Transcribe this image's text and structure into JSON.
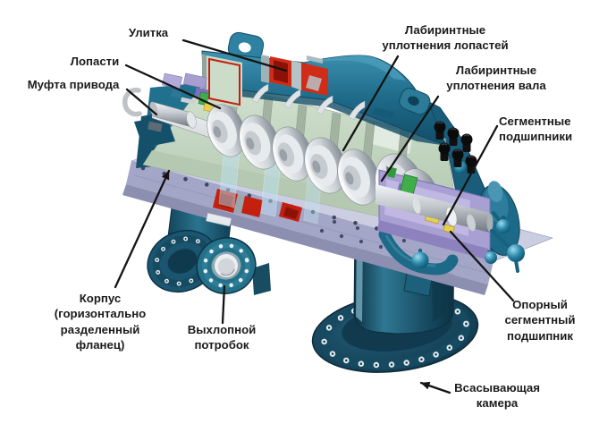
{
  "illustration": {
    "alt": "Cutaway illustration of a horizontally split multistage centrifugal pump",
    "background": "#ffffff",
    "palette": {
      "casing_teal": "#1d6a88",
      "casing_dark": "#0f3f55",
      "interior_green": "#c6d8c3",
      "flange_lavender": "#c9cbe1",
      "cut_red": "#d02c18",
      "component_purple": "#a79ecf",
      "bearing_yellow": "#e6d14e",
      "seal_green": "#3fae4a",
      "shaft_silver": "#d3d7db",
      "bolt_black": "#0d0d0d",
      "fitting_teal": "#2b89aa",
      "leader_line": "#141414",
      "label_text": "#1b1b1b"
    }
  },
  "labels": {
    "volute": "Улитка",
    "blades": "Лопасти",
    "drive_coupling": "Муфта привода",
    "blade_labyrinth_seals": "Лабиринтные\nуплотнения лопастей",
    "shaft_labyrinth_seals": "Лабиринтные\nуплотнения вала",
    "segment_bearings": "Сегментные\nподшипники",
    "casing_split_flange": "Корпус\n(горизонтально\nразделенный\nфланец)",
    "exhaust_branch": "Выхлопной\nпотробок",
    "thrust_segment_bearing": "Опорный\nсегментный\nподшипник",
    "suction_chamber": "Всасывающая\nкамера"
  }
}
